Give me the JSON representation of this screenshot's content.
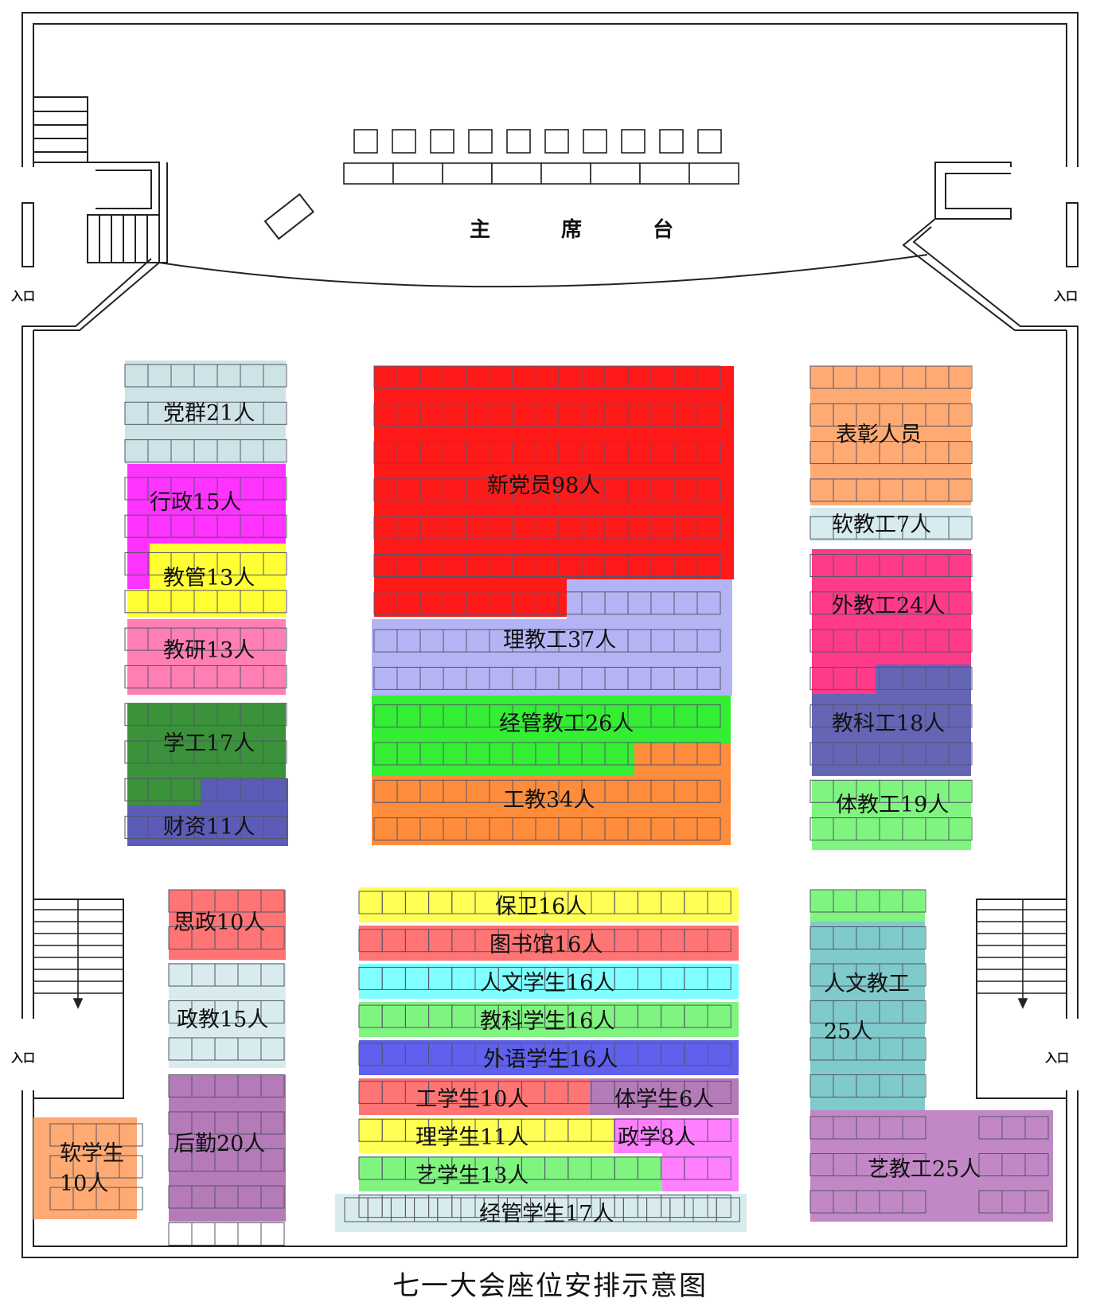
{
  "caption": "七一大会座位安排示意图",
  "stage_label": "主 席 台",
  "entrance_label": "入口",
  "groups": [
    {
      "id": "dangqun",
      "label": "党群21人",
      "color": "#cde3e6"
    },
    {
      "id": "xingzheng",
      "label": "行政15人",
      "color": "#ff33ff"
    },
    {
      "id": "jiaoguan",
      "label": "教管13人",
      "color": "#ffff33"
    },
    {
      "id": "jiaoyan",
      "label": "教研13人",
      "color": "#ff7fb4"
    },
    {
      "id": "xuegong",
      "label": "学工17人",
      "color": "#3a923a"
    },
    {
      "id": "caizi",
      "label": "财资11人",
      "color": "#5b5bb8"
    },
    {
      "id": "xindangyuan",
      "label": "新党员98人",
      "color": "#ff1a1a"
    },
    {
      "id": "lijiaogong",
      "label": "理教工37人",
      "color": "#b4b4f5"
    },
    {
      "id": "jingguanjiaogong",
      "label": "经管教工26人",
      "color": "#33ee33"
    },
    {
      "id": "gongjiao",
      "label": "工教34人",
      "color": "#ff8c3a"
    },
    {
      "id": "biaozhang",
      "label": "表彰人员",
      "color": "#ffaa73"
    },
    {
      "id": "ruanjiaogong",
      "label": "软教工7人",
      "color": "#d6ecee"
    },
    {
      "id": "waijiaogong",
      "label": "外教工24人",
      "color": "#ff3a88"
    },
    {
      "id": "jiaokegong",
      "label": "教科工18人",
      "color": "#6565b5"
    },
    {
      "id": "tijiaogong",
      "label": "体教工19人",
      "color": "#7ff57f"
    },
    {
      "id": "sizheng",
      "label": "思政10人",
      "color": "#ff7474"
    },
    {
      "id": "zhengjiao",
      "label": "政教15人",
      "color": "#d8ecee"
    },
    {
      "id": "houqin",
      "label": "后勤20人",
      "color": "#b57ab8"
    },
    {
      "id": "ruanxuesheng_a",
      "label": "软学生",
      "color": "#ffaa73"
    },
    {
      "id": "ruanxuesheng_b",
      "label": "10人",
      "color": "#ffaa73"
    },
    {
      "id": "baowei",
      "label": "保卫16人",
      "color": "#ffff55"
    },
    {
      "id": "tushuguan",
      "label": "图书馆16人",
      "color": "#ff7474"
    },
    {
      "id": "renwenxuesheng",
      "label": "人文学生16人",
      "color": "#7fffff"
    },
    {
      "id": "jiaokexuesheng",
      "label": "教科学生16人",
      "color": "#7ff57f"
    },
    {
      "id": "waiyuxuesheng",
      "label": "外语学生16人",
      "color": "#6060ee"
    },
    {
      "id": "gongxuesheng",
      "label": "工学生10人",
      "color": "#ff7474"
    },
    {
      "id": "tixuesheng",
      "label": "体学生6人",
      "color": "#b57ab8"
    },
    {
      "id": "lixuesheng",
      "label": "理学生11人",
      "color": "#ffff55"
    },
    {
      "id": "zhengxue",
      "label": "政学8人",
      "color": "#ff7fff"
    },
    {
      "id": "yixuesheng",
      "label": "艺学生13人",
      "color": "#7ff57f"
    },
    {
      "id": "jingguanxuesheng",
      "label": "经管学生17人",
      "color": "#d8ecee"
    },
    {
      "id": "renwenjiaogong_a",
      "label": "人文教工",
      "color": "#7fcaca"
    },
    {
      "id": "renwenjiaogong_b",
      "label": "25人",
      "color": "#7fcaca"
    },
    {
      "id": "yijiaogong",
      "label": "艺教工25人",
      "color": "#c288c6"
    }
  ]
}
